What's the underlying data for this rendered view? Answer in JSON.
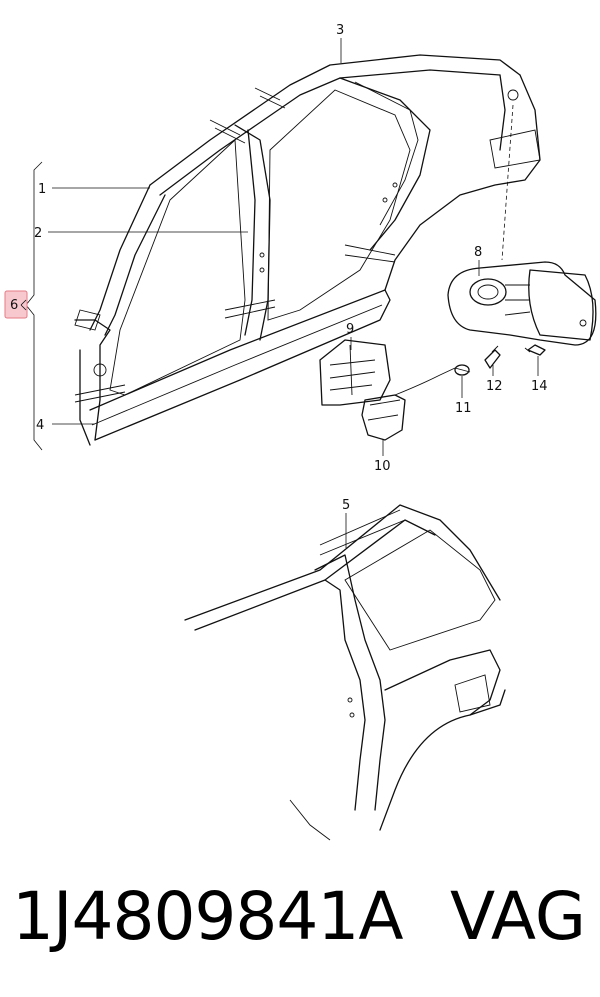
{
  "callouts": {
    "c1": "1",
    "c2": "2",
    "c3": "3",
    "c4": "4",
    "c5": "5",
    "c6": "6",
    "c8": "8",
    "c9": "9",
    "c10": "10",
    "c11": "11",
    "c12": "12",
    "c14": "14"
  },
  "footer": {
    "part_number": "1J4809841A",
    "brand": "VAG"
  },
  "colors": {
    "highlight_fill": "#f7c9cf",
    "highlight_stroke": "#e57a86"
  }
}
